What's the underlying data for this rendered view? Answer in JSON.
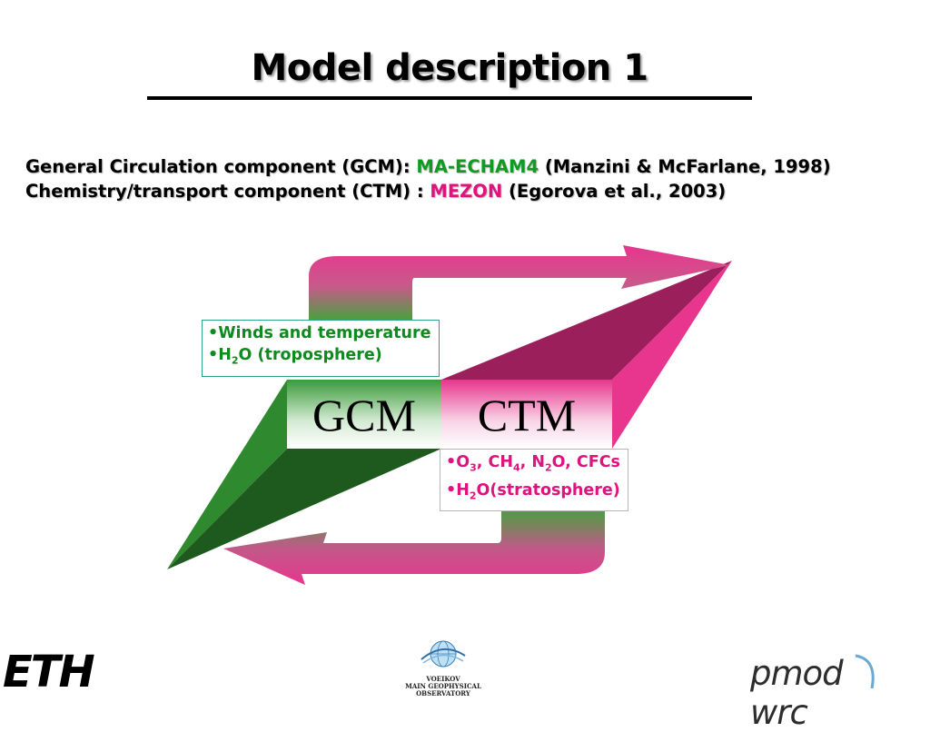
{
  "title": "Model description 1",
  "description": {
    "line1_prefix": "General Circulation  component (GCM):  ",
    "line1_model": "MA-ECHAM4",
    "line1_suffix": " (Manzini & McFarlane, 1998)",
    "line2_prefix": "Chemistry/transport component (CTM) :  ",
    "line2_model": "MEZON",
    "line2_suffix": " (Egorova et al., 2003)"
  },
  "diagram": {
    "gcm_label": "GCM",
    "ctm_label": "CTM",
    "gcm_note": {
      "item1": "Winds and temperature",
      "item2_pre": "H",
      "item2_sub": "2",
      "item2_post": "O (troposphere)"
    },
    "ctm_note": {
      "item1_parts": [
        "O",
        "3",
        ", CH",
        "4",
        ", N",
        "2",
        "O, CFCs"
      ],
      "item2_pre": "H",
      "item2_sub": "2",
      "item2_post": "O(stratosphere)"
    },
    "bullet": "•"
  },
  "logos": {
    "eth": "ETH",
    "voeikov_line1": "VOEIKOV",
    "voeikov_line2": "MAIN GEOPHYSICAL",
    "voeikov_line3": "OBSERVATORY",
    "pmod": "pmod",
    "wrc": "wrc"
  },
  "colors": {
    "green": "#2f8a2f",
    "dark_green": "#1e5a1e",
    "pink": "#e8358e",
    "dark_pink": "#9a1f5a",
    "text_green": "#0f9a22",
    "text_pink": "#e0127d"
  }
}
